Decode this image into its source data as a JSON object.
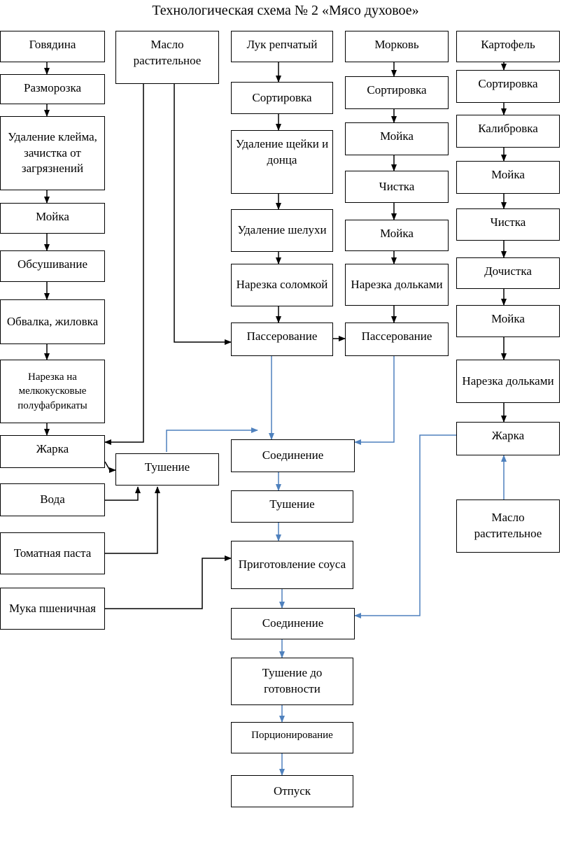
{
  "title": "Технологическая схема № 2 «Мясо духовое»",
  "boxes": {
    "beef": "Говядина",
    "oil_top": "Масло растительное",
    "onion": "Лук репчатый",
    "carrot": "Морковь",
    "potato": "Картофель",
    "beef_defrost": "Разморозка",
    "beef_clean": "Удаление клейма, зачистка от загрязнений",
    "beef_wash": "Мойка",
    "beef_dry": "Обсушивание",
    "beef_debone": "Обвалка, жиловка",
    "beef_cut": "Нарезка на мелкокусковые полуфабрикаты",
    "beef_fry": "Жарка",
    "water": "Вода",
    "tomato": "Томатная паста",
    "flour": "Мука пшеничная",
    "stew1": "Тушение",
    "onion_sort": "Сортировка",
    "onion_neck": "Удаление щейки и донца",
    "onion_peel": "Удаление шелухи",
    "onion_cut": "Нарезка соломкой",
    "onion_saute": "Пассерование",
    "carrot_sort": "Сортировка",
    "carrot_wash1": "Мойка",
    "carrot_peel": "Чистка",
    "carrot_wash2": "Мойка",
    "carrot_cut": "Нарезка дольками",
    "carrot_saute": "Пассерование",
    "potato_sort": "Сортировка",
    "potato_calib": "Калибровка",
    "potato_wash1": "Мойка",
    "potato_peel": "Чистка",
    "potato_repeel": "Дочистка",
    "potato_wash2": "Мойка",
    "potato_cut": "Нарезка дольками",
    "potato_fry": "Жарка",
    "oil_bottom": "Масло растительное",
    "combine1": "Соединение",
    "stew2": "Тушение",
    "sauce": "Приготовление соуса",
    "combine2": "Соединение",
    "stew_final": "Тушение до готовности",
    "portion": "Порционирование",
    "serve": "Отпуск"
  },
  "colors": {
    "black_line": "#000000",
    "blue_line": "#4f81bd"
  }
}
